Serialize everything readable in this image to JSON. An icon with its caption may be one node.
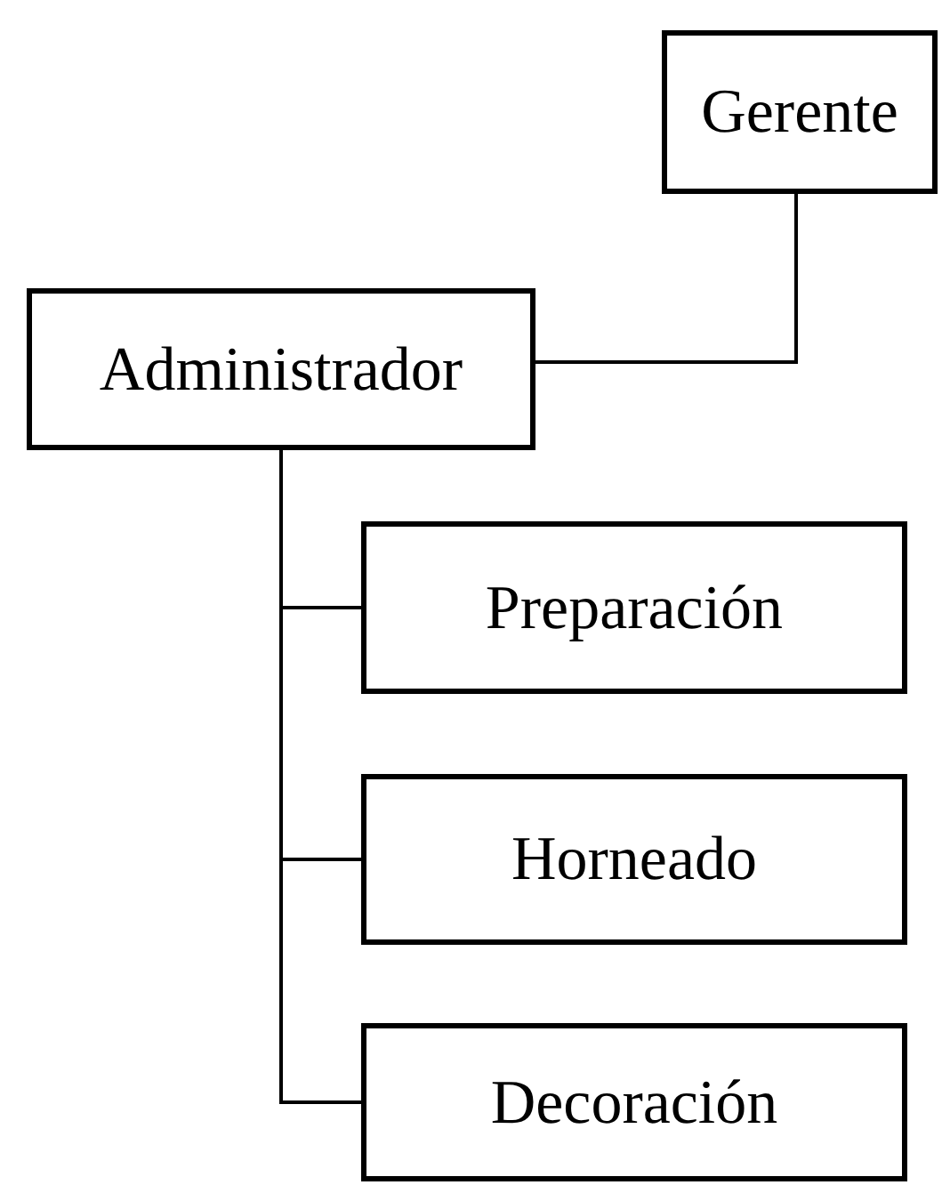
{
  "diagram": {
    "nodes": [
      {
        "text": [
          "Gerente"
        ]
      },
      {
        "text": [
          "Administrador"
        ]
      },
      {
        "text": [
          "Preparación"
        ]
      },
      {
        "text": [
          "Horneado"
        ]
      },
      {
        "text": [
          "Decoración"
        ]
      }
    ],
    "edges": [
      {
        "from": 0,
        "to": 1,
        "arrow": "none"
      },
      {
        "from": 1,
        "to": 2,
        "arrow": "none"
      },
      {
        "from": 1,
        "to": 3,
        "arrow": "none"
      },
      {
        "from": 1,
        "to": 4,
        "arrow": "none"
      }
    ]
  }
}
